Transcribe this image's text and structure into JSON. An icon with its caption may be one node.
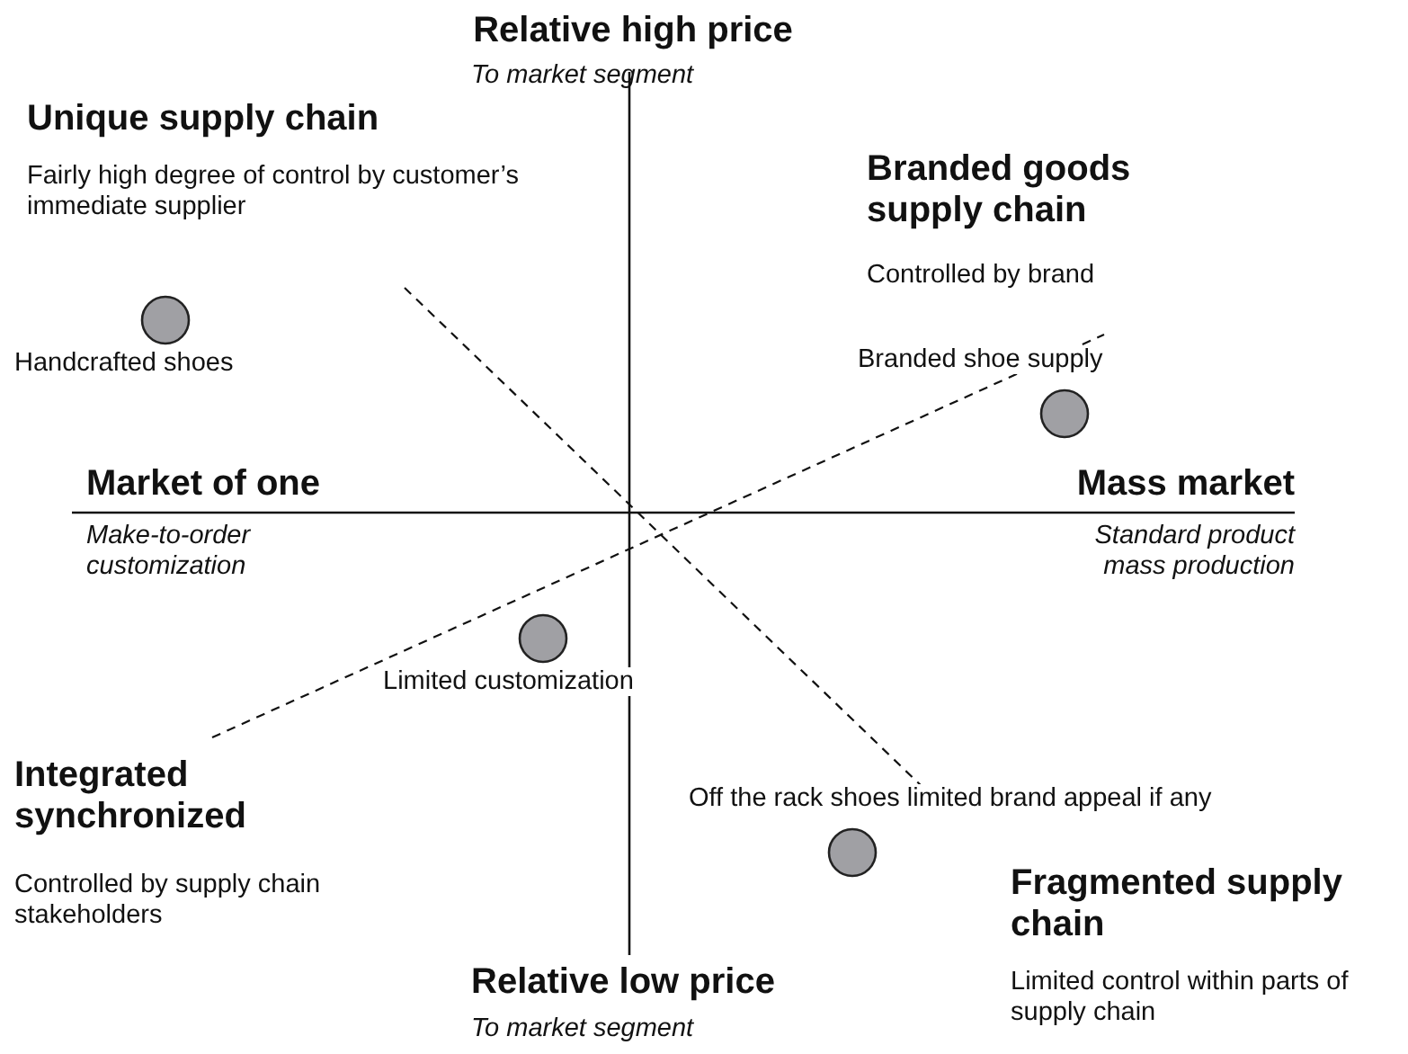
{
  "diagram": {
    "nodes": [
      {
        "text": [],
        "shape": "circle",
        "beside": [
          "Handcrafted shoes"
        ]
      },
      {
        "text": [],
        "shape": "circle",
        "beside": [
          "Branded shoe supply"
        ]
      },
      {
        "text": [],
        "shape": "circle",
        "beside": [
          "Limited customization"
        ]
      },
      {
        "text": [],
        "shape": "circle",
        "beside": [
          "Off the rack shoes limited brand appeal if any"
        ]
      }
    ],
    "labels": [
      "Relative high price",
      "To market segment",
      "Unique supply chain",
      "Fairly high degree of control by customer’s immediate supplier",
      "Branded goods supply chain",
      "Controlled by brand",
      "Market of one",
      "Make-to-order customization",
      "Mass market",
      "Standard product mass production",
      "Integrated synchronized",
      "Controlled by supply chain stakeholders",
      "Fragmented supply chain",
      "Limited control within parts of supply chain",
      "Relative low price",
      "To market segment"
    ]
  }
}
